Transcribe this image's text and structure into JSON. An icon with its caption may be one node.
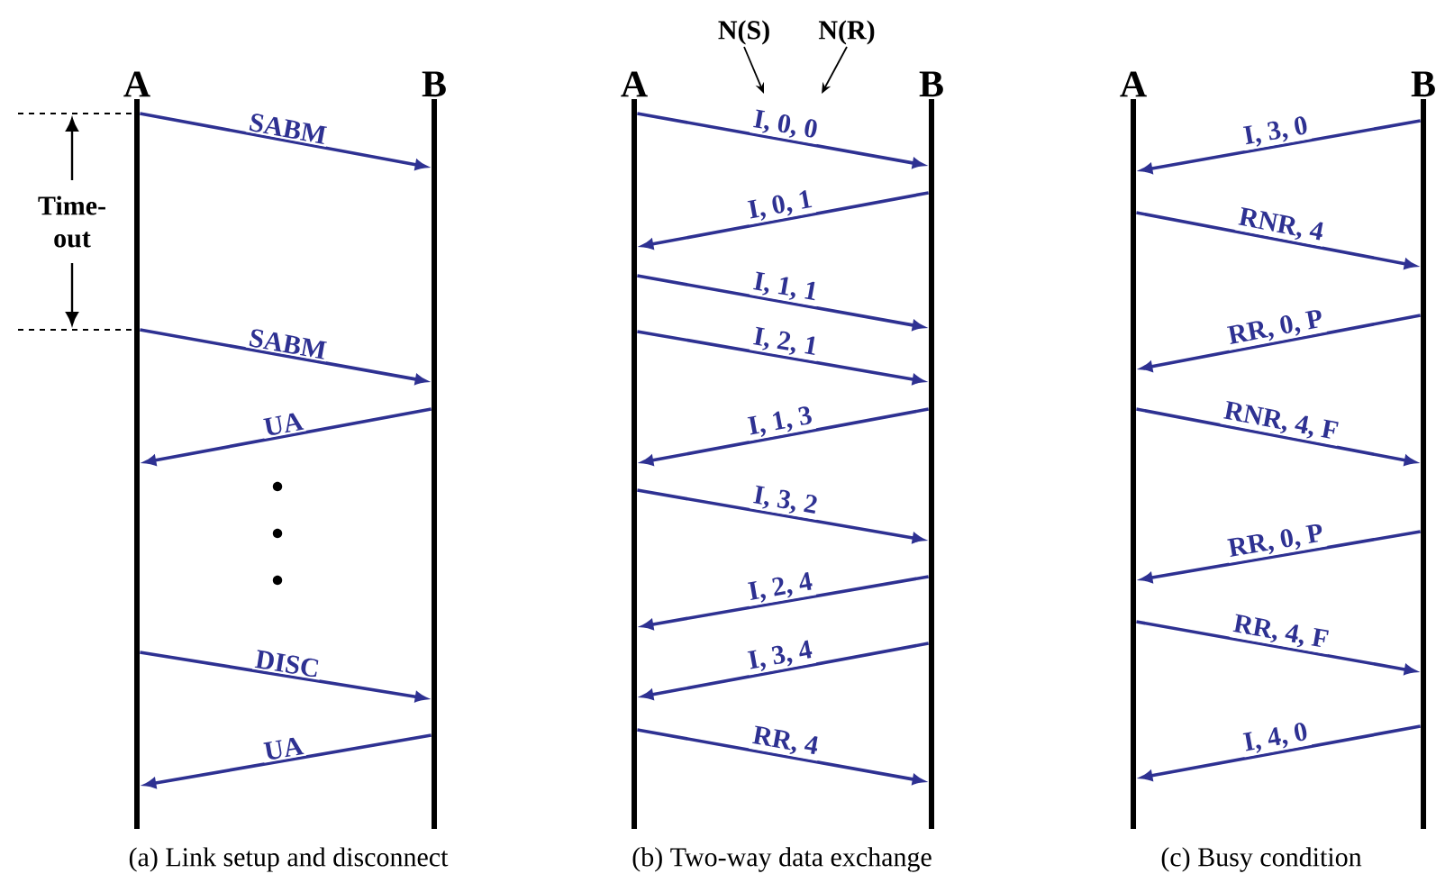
{
  "diagram": {
    "nodes": [
      {
        "text": [
          "A"
        ]
      },
      {
        "text": [
          "B"
        ]
      },
      {
        "text": [
          "A"
        ]
      },
      {
        "text": [
          "B"
        ]
      },
      {
        "text": [
          "A"
        ]
      },
      {
        "text": [
          "B"
        ]
      },
      {
        "text": [
          "N(S)"
        ]
      },
      {
        "text": [
          "N(R)"
        ]
      }
    ],
    "edges": [
      {
        "from": 0,
        "to": 1,
        "arrow": "to",
        "label": "SABM"
      },
      {
        "from": 0,
        "to": 1,
        "arrow": "to",
        "label": "SABM"
      },
      {
        "from": 1,
        "to": 0,
        "arrow": "to",
        "label": "UA"
      },
      {
        "from": 0,
        "to": 1,
        "arrow": "to",
        "label": "DISC"
      },
      {
        "from": 1,
        "to": 0,
        "arrow": "to",
        "label": "UA"
      },
      {
        "from": 2,
        "to": 3,
        "arrow": "to",
        "label": "I, 0, 0"
      },
      {
        "from": 3,
        "to": 2,
        "arrow": "to",
        "label": "I, 0, 1"
      },
      {
        "from": 2,
        "to": 3,
        "arrow": "to",
        "label": "I, 1, 1"
      },
      {
        "from": 2,
        "to": 3,
        "arrow": "to",
        "label": "I, 2, 1"
      },
      {
        "from": 3,
        "to": 2,
        "arrow": "to",
        "label": "I, 1, 3"
      },
      {
        "from": 2,
        "to": 3,
        "arrow": "to",
        "label": "I, 3, 2"
      },
      {
        "from": 3,
        "to": 2,
        "arrow": "to",
        "label": "I, 2, 4"
      },
      {
        "from": 3,
        "to": 2,
        "arrow": "to",
        "label": "I, 3, 4"
      },
      {
        "from": 2,
        "to": 3,
        "arrow": "to",
        "label": "RR, 4"
      },
      {
        "from": 5,
        "to": 4,
        "arrow": "to",
        "label": "I, 3, 0"
      },
      {
        "from": 4,
        "to": 5,
        "arrow": "to",
        "label": "RNR, 4"
      },
      {
        "from": 5,
        "to": 4,
        "arrow": "to",
        "label": "RR, 0, P"
      },
      {
        "from": 4,
        "to": 5,
        "arrow": "to",
        "label": "RNR, 4, F"
      },
      {
        "from": 5,
        "to": 4,
        "arrow": "to",
        "label": "RR, 0, P"
      },
      {
        "from": 4,
        "to": 5,
        "arrow": "to",
        "label": "RR, 4, F"
      },
      {
        "from": 5,
        "to": 4,
        "arrow": "to",
        "label": "I, 4, 0"
      },
      {
        "from": 6,
        "to": null,
        "arrow": "to",
        "color": "#000000"
      },
      {
        "from": 7,
        "to": null,
        "arrow": "to",
        "color": "#000000"
      }
    ],
    "labels": [
      "Time-out",
      "(a) Link setup and disconnect",
      "(b) Two-way data exchange",
      "(c) Busy condition"
    ]
  }
}
